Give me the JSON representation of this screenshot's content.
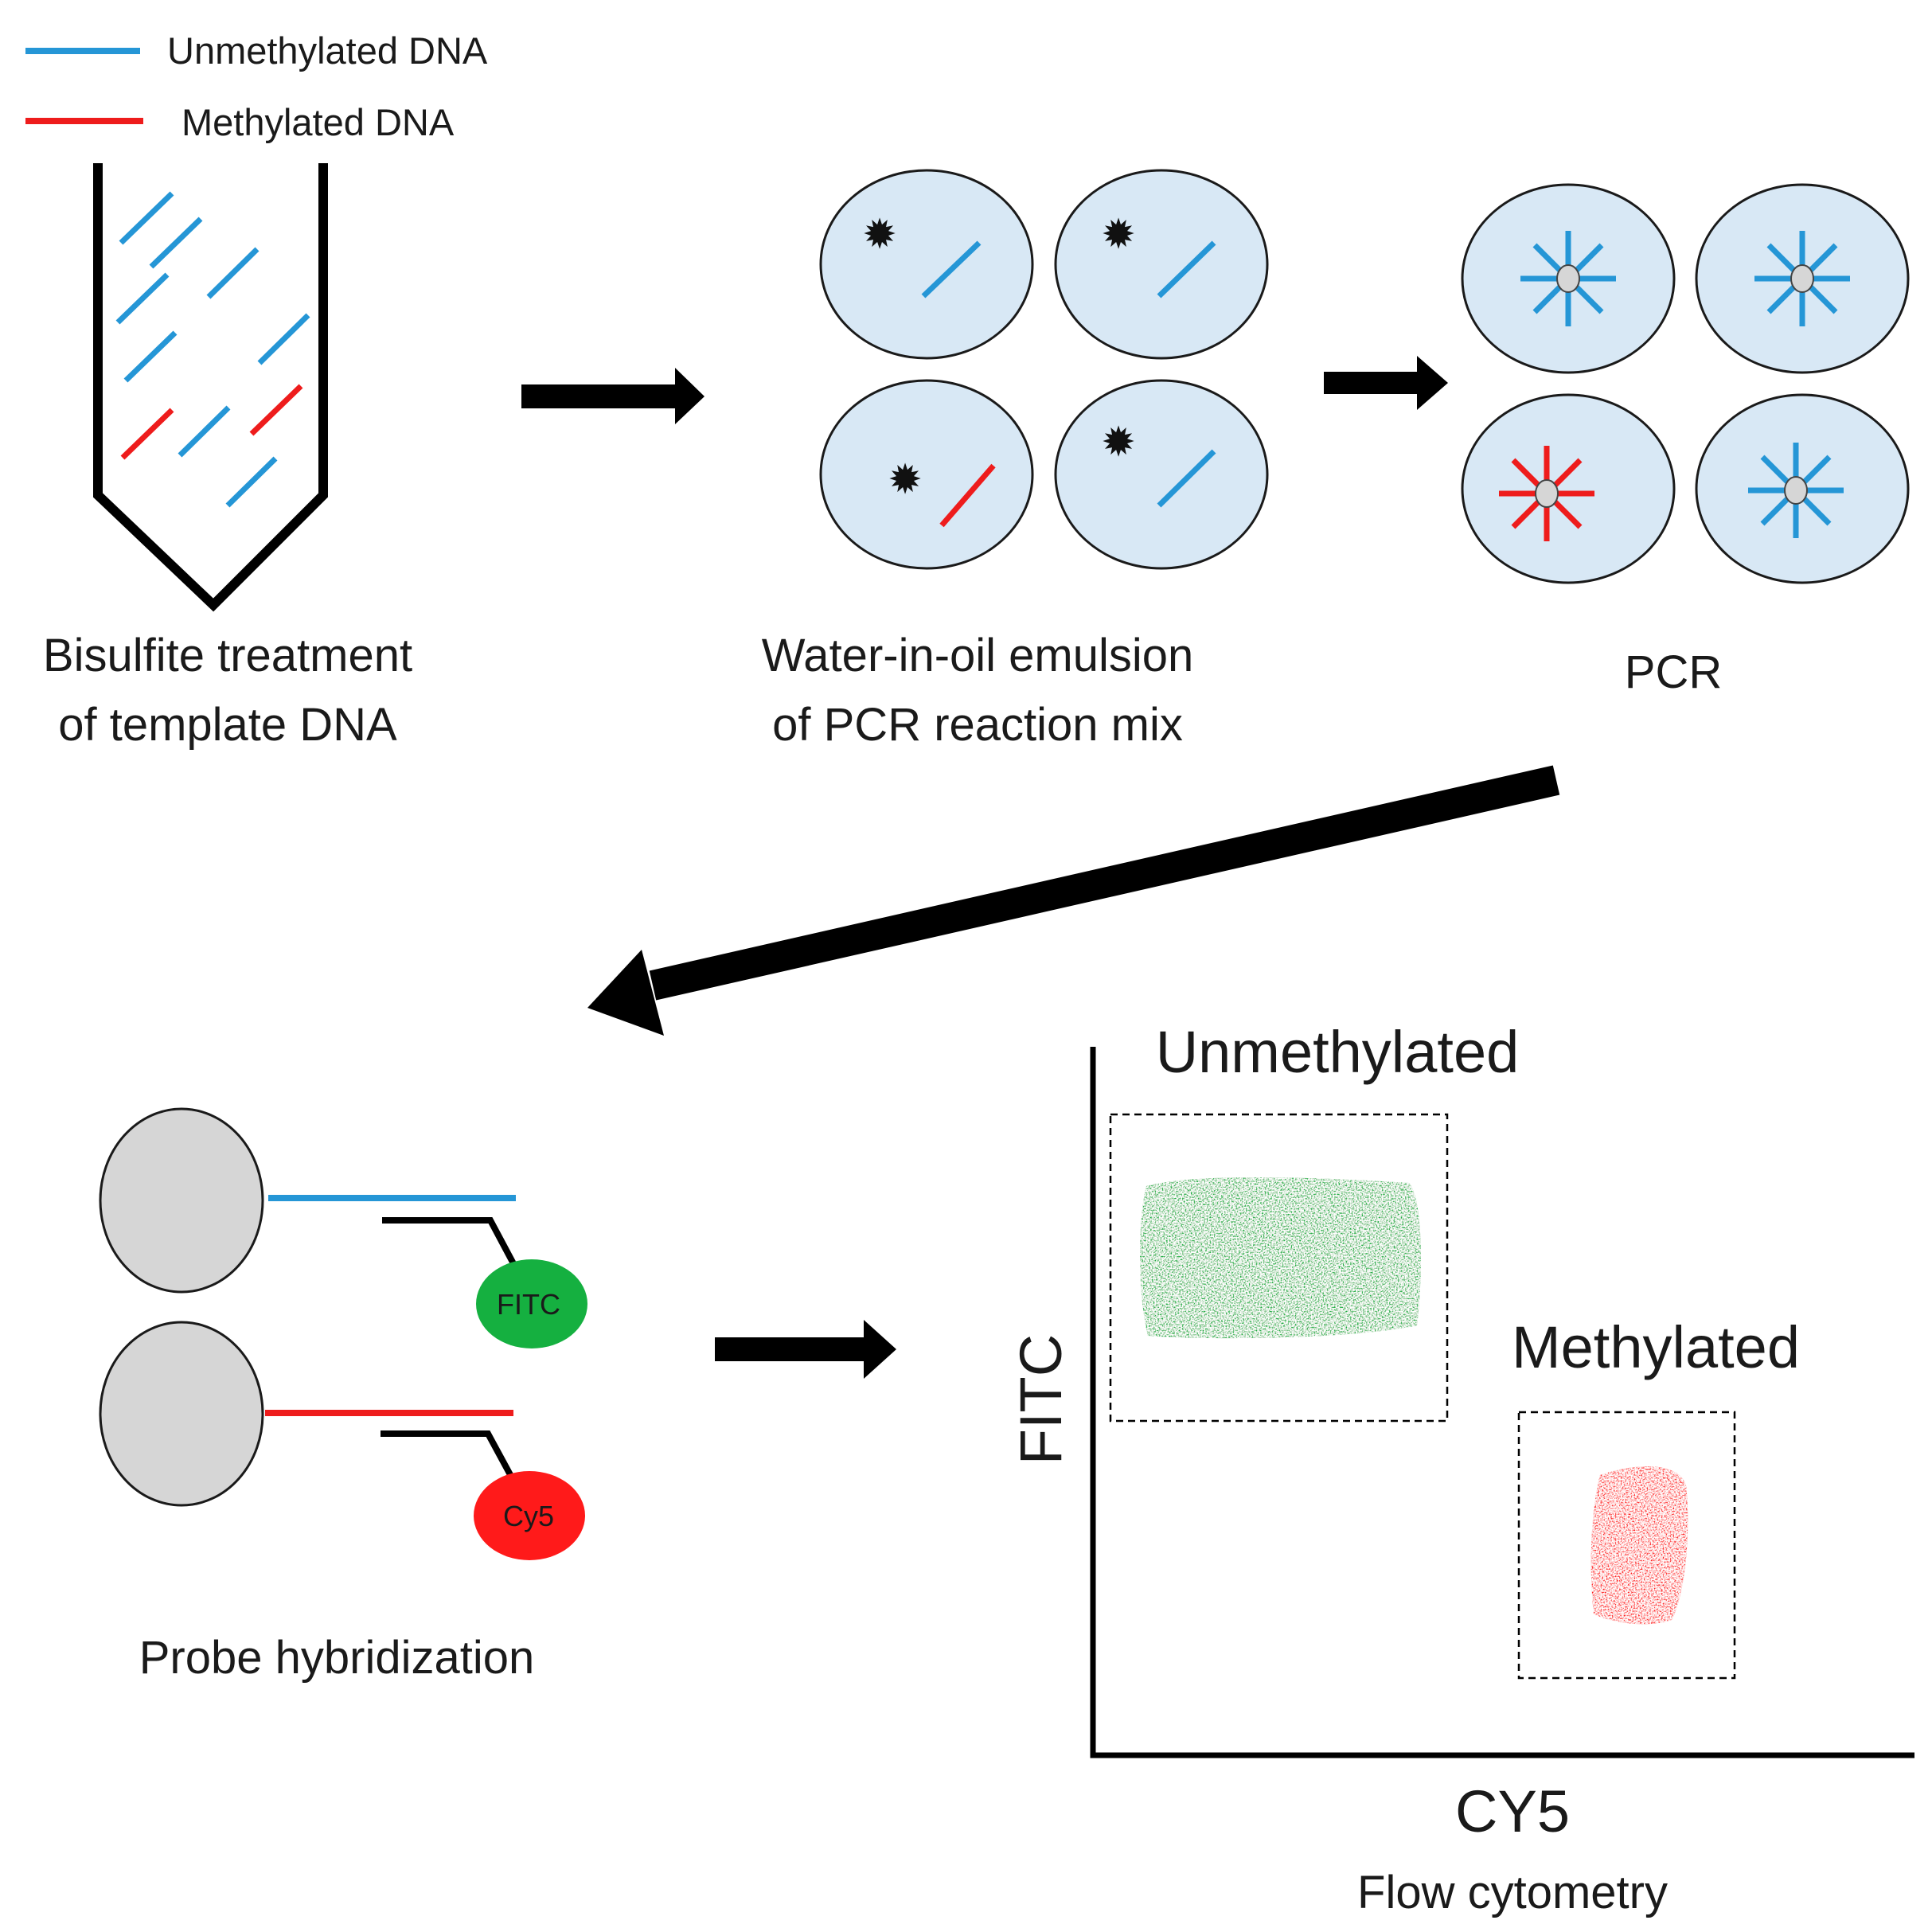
{
  "legend": {
    "unmethylated_label": "Unmethylated DNA",
    "methylated_label": "Methylated DNA"
  },
  "colors": {
    "unmethylated": "#2596d6",
    "methylated": "#ee1c1c",
    "droplet_fill": "#d8e8f5",
    "bead_fill": "#d6d6d6",
    "fitc_green": "#15b040",
    "cy5_red": "#ff1a1a",
    "arrow": "#000000"
  },
  "steps": {
    "bisulfite_line1": "Bisulfite treatment",
    "bisulfite_line2": "of template DNA",
    "emulsion_line1": "Water-in-oil emulsion",
    "emulsion_line2": "of PCR reaction mix",
    "pcr": "PCR",
    "probe": "Probe hybridization",
    "flow": "Flow cytometry"
  },
  "probes": {
    "fitc": "FITC",
    "cy5": "Cy5"
  },
  "plot": {
    "y_axis": "FITC",
    "x_axis": "CY5",
    "gate_unmethylated": "Unmethylated",
    "gate_methylated": "Methylated"
  }
}
